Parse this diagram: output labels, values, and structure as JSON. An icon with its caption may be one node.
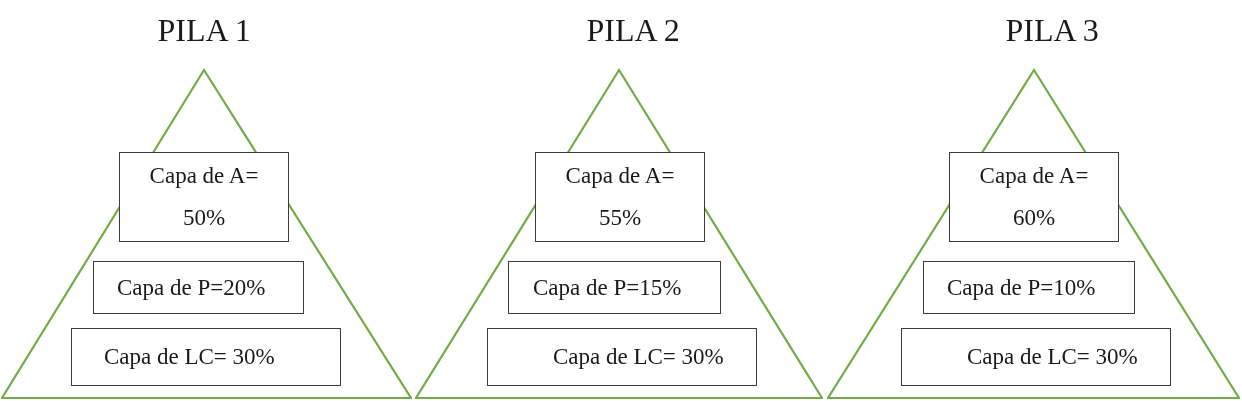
{
  "diagram": {
    "nodes": [
      {
        "text": [
          "PILA 1"
        ]
      },
      {
        "text": [
          "Capa de A= 50%"
        ],
        "in": 0
      },
      {
        "text": [
          "Capa de P=20%"
        ],
        "in": 0
      },
      {
        "text": [
          "Capa de LC= 30%"
        ],
        "in": 0
      },
      {
        "text": [
          "PILA 2"
        ]
      },
      {
        "text": [
          "Capa de A= 55%"
        ],
        "in": 4
      },
      {
        "text": [
          "Capa de P=15%"
        ],
        "in": 4
      },
      {
        "text": [
          "Capa de LC= 30%"
        ],
        "in": 4
      },
      {
        "text": [
          "PILA 3"
        ]
      },
      {
        "text": [
          "Capa de A= 60%"
        ],
        "in": 8
      },
      {
        "text": [
          "Capa de P=10%"
        ],
        "in": 8
      },
      {
        "text": [
          "Capa de LC= 30%"
        ],
        "in": 8
      }
    ]
  }
}
